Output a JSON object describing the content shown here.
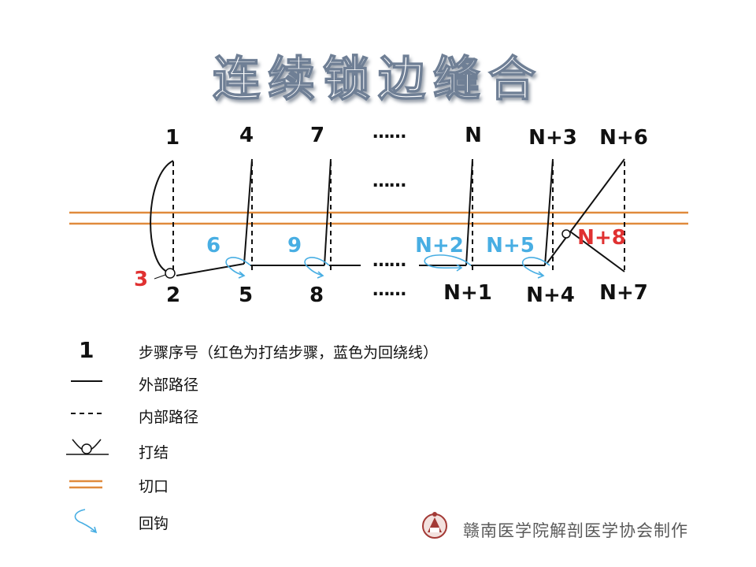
{
  "title": "连续锁边缝合",
  "top_labels": [
    "1",
    "4",
    "7",
    "N",
    "N+3",
    "N+6"
  ],
  "bottom_labels": [
    "2",
    "5",
    "8",
    "N+1",
    "N+4",
    "N+7"
  ],
  "ellipsis": "……",
  "knot_labels": [
    "3",
    "N+8"
  ],
  "hook_labels": [
    "6",
    "9",
    "N+2",
    "N+5"
  ],
  "legend": [
    {
      "symbol": "1",
      "text": "步骤序号（红色为打结步骤，蓝色为回绕线）"
    },
    {
      "symbol": "solid-line",
      "text": "外部路径"
    },
    {
      "symbol": "dashed-line",
      "text": "内部路径"
    },
    {
      "symbol": "knot-icon",
      "text": "打结"
    },
    {
      "symbol": "incision-lines",
      "text": "切口"
    },
    {
      "symbol": "hook-arrow-icon",
      "text": "回钩"
    }
  ],
  "credit": "赣南医学院解剖医学协会制作",
  "colors": {
    "red": "#e03131",
    "blue": "#48aee3",
    "incision": "#e08a3c",
    "line": "#111111",
    "title_outline": "#6f7f95"
  }
}
